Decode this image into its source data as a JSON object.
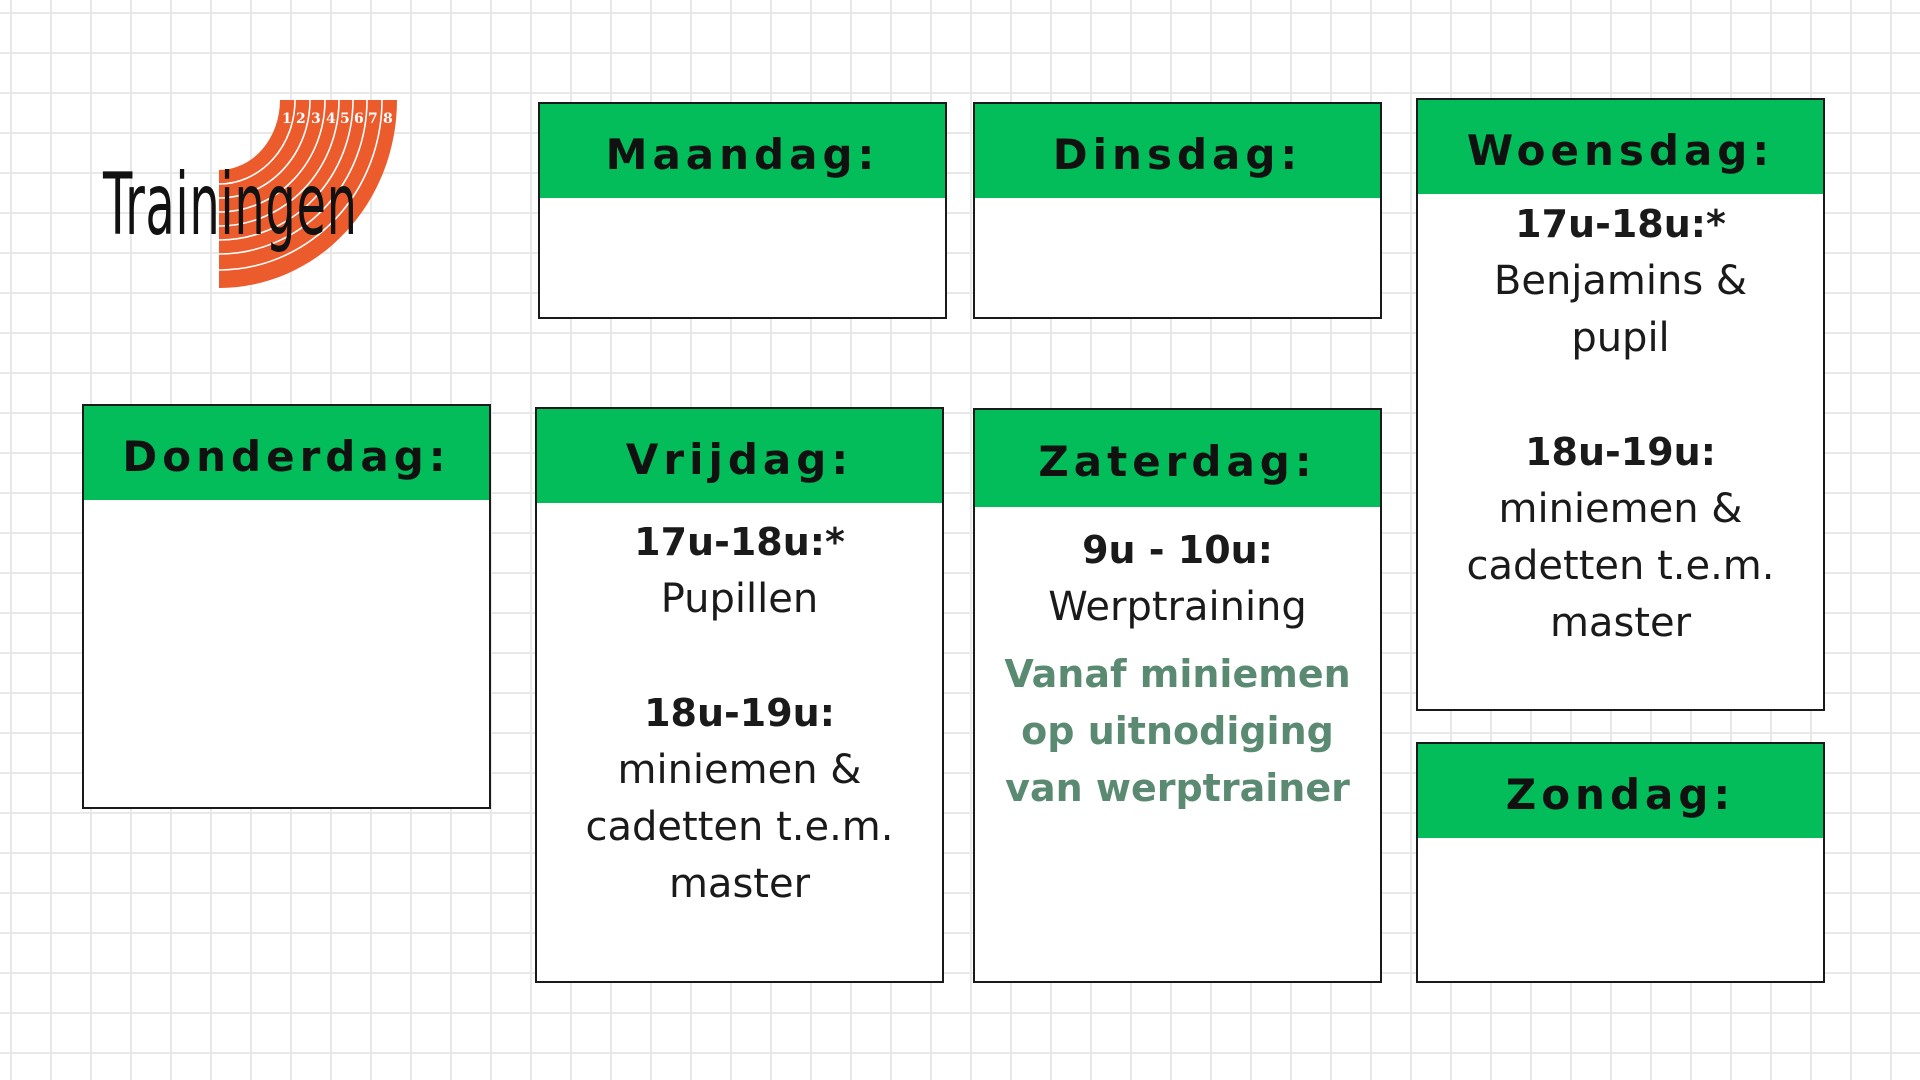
{
  "title": "Trainingen",
  "logo": {
    "lane_numbers": [
      "1",
      "2",
      "3",
      "4",
      "5",
      "6",
      "7",
      "8"
    ],
    "track_color": "#ec5b2c"
  },
  "colors": {
    "header_green": "#03bd5b",
    "note_green": "#5b8a72"
  },
  "days": {
    "maandag": {
      "label": "Maandag:"
    },
    "dinsdag": {
      "label": "Dinsdag:"
    },
    "woensdag": {
      "label": "Woensdag:",
      "slot1_time": "17u-18u:*",
      "slot1_line1": "Benjamins &",
      "slot1_line2": "pupil",
      "slot2_time": "18u-19u:",
      "slot2_line1": "miniemen &",
      "slot2_line2": "cadetten t.e.m.",
      "slot2_line3": "master"
    },
    "donderdag": {
      "label": "Donderdag:"
    },
    "vrijdag": {
      "label": "Vrijdag:",
      "slot1_time": "17u-18u:*",
      "slot1_line1": "Pupillen",
      "slot2_time": "18u-19u:",
      "slot2_line1": "miniemen &",
      "slot2_line2": "cadetten t.e.m.",
      "slot2_line3": "master"
    },
    "zaterdag": {
      "label": "Zaterdag:",
      "slot1_time": "9u - 10u:",
      "slot1_line1": "Werptraining",
      "note_line1": "Vanaf miniemen",
      "note_line2": "op uitnodiging",
      "note_line3": "van werptrainer"
    },
    "zondag": {
      "label": "Zondag:"
    }
  }
}
